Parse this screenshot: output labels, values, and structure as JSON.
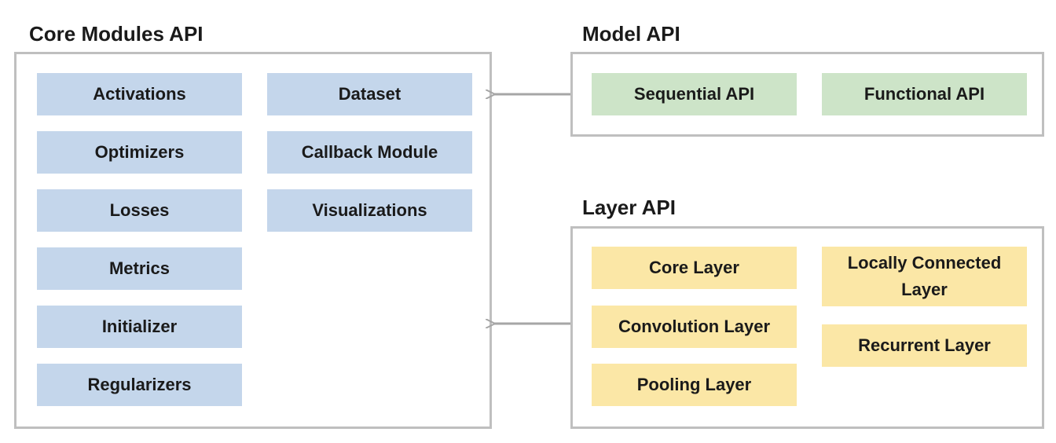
{
  "core": {
    "title": "Core Modules API",
    "left": [
      "Activations",
      "Optimizers",
      "Losses",
      "Metrics",
      "Initializer",
      "Regularizers"
    ],
    "right": [
      "Dataset",
      "Callback Module",
      "Visualizations"
    ]
  },
  "model": {
    "title": "Model API",
    "items": [
      "Sequential API",
      "Functional API"
    ]
  },
  "layer": {
    "title": "Layer API",
    "left": [
      "Core Layer",
      "Convolution Layer",
      "Pooling Layer"
    ],
    "right": [
      "Locally Connected Layer",
      "Recurrent Layer"
    ]
  },
  "colors": {
    "core_box": "#c4d6eb",
    "model_box": "#cde4c8",
    "layer_box": "#fbe7a6",
    "border": "#bfbfbf",
    "arrow": "#a6a6a6"
  }
}
